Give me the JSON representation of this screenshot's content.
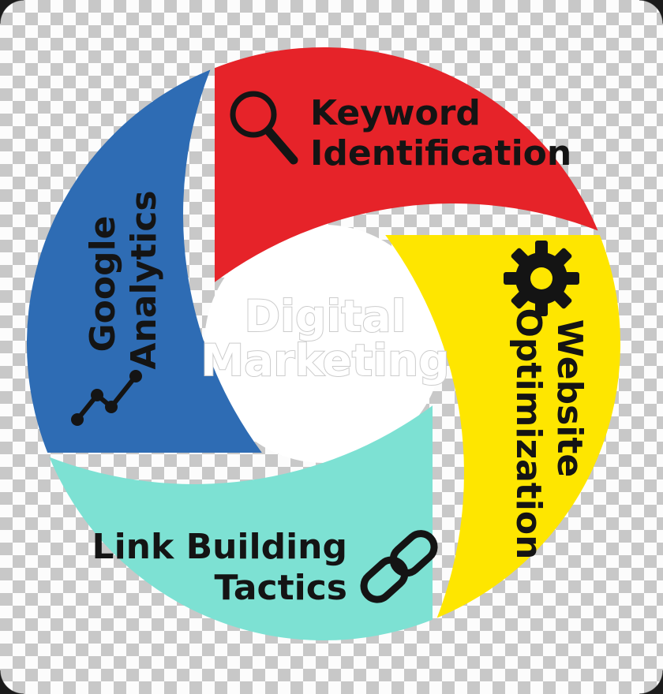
{
  "colors": {
    "checker_dark": "#c8c8c8",
    "checker_light": "#fcfcfc",
    "ink": "#141414",
    "center_circle": "#ffffff",
    "center_text": "#ffffff",
    "center_text_edge": "#cccccc"
  },
  "center": {
    "line1": "Digital",
    "line2": "Marketing"
  },
  "segments": [
    {
      "name": "keyword-identification",
      "label_line1": "Keyword",
      "label_line2": "Identification",
      "color": "#e62329",
      "icon": "magnifier-icon"
    },
    {
      "name": "website-optimization",
      "label_line1": "Website",
      "label_line2": "Optimization",
      "color": "#fee600",
      "icon": "gear-icon"
    },
    {
      "name": "link-building-tactics",
      "label_line1": "Link Building",
      "label_line2": "Tactics",
      "color": "#7de1d3",
      "icon": "chain-link-icon"
    },
    {
      "name": "google-analytics",
      "label_line1": "Google",
      "label_line2": "Analytics",
      "color": "#2e6cb4",
      "icon": "line-chart-icon"
    }
  ]
}
